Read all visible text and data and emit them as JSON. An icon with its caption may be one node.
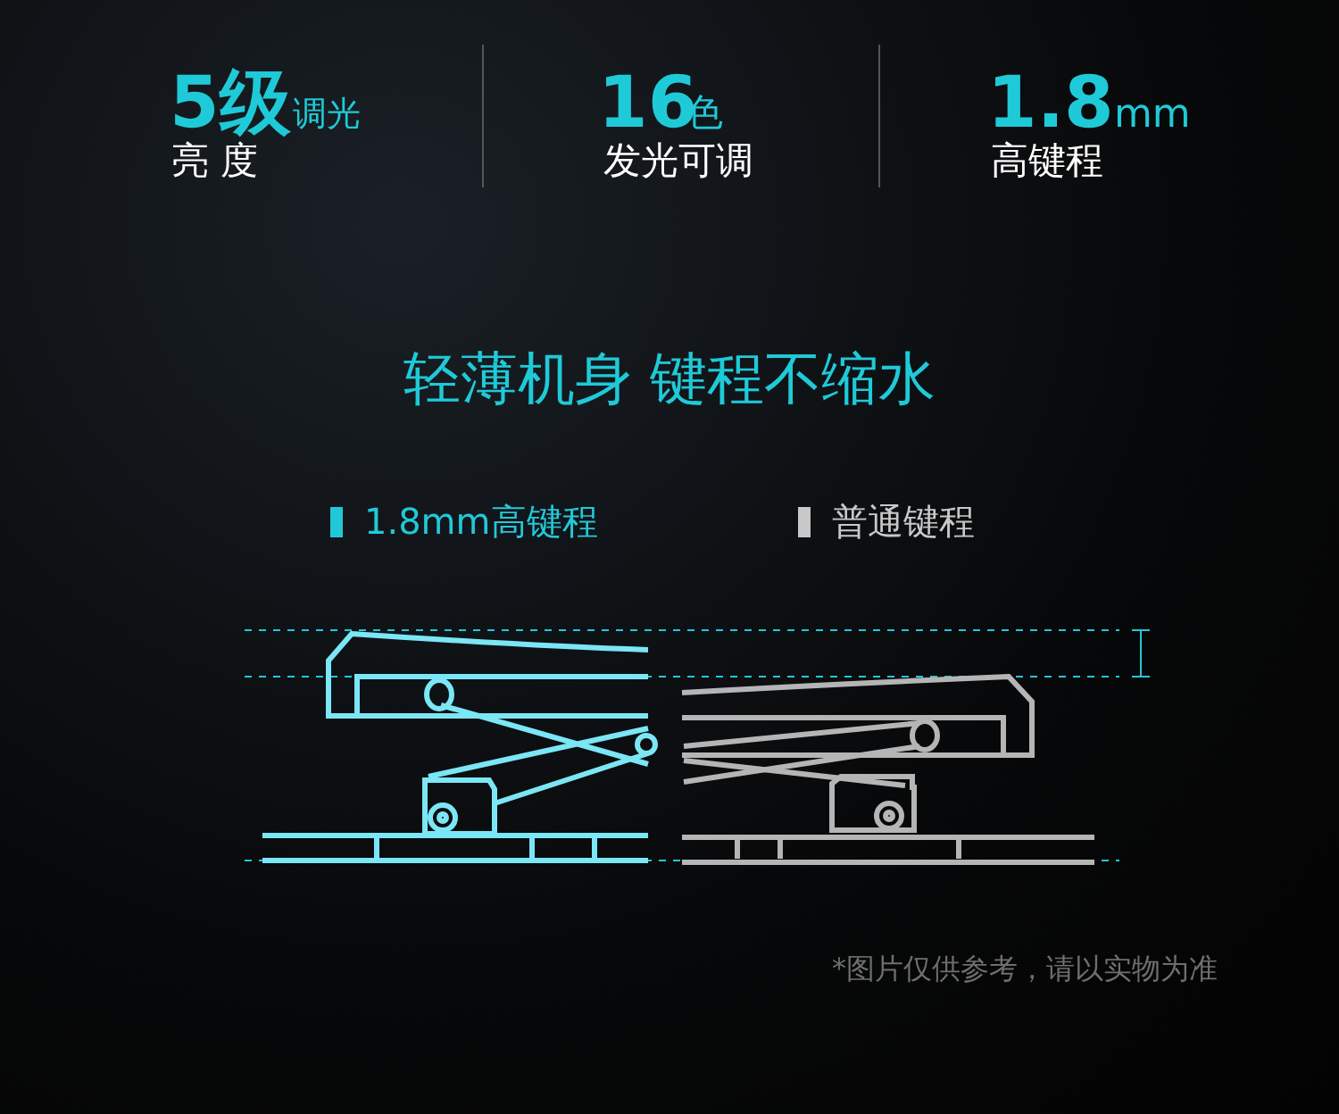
{
  "diagram": {
    "title": "轻薄机身 键程不缩水",
    "caption": "*图片仅供参考，请以实物为准",
    "labels": [
      "5级",
      "调光",
      "亮 度",
      "16",
      "色",
      "发光可调",
      "1.8",
      "mm",
      "高键程"
    ],
    "legend": [
      {
        "text": "1.8mm高键程",
        "color": "#22c8d8"
      },
      {
        "text": "普通键程",
        "color": "#c8c8c8"
      }
    ]
  }
}
